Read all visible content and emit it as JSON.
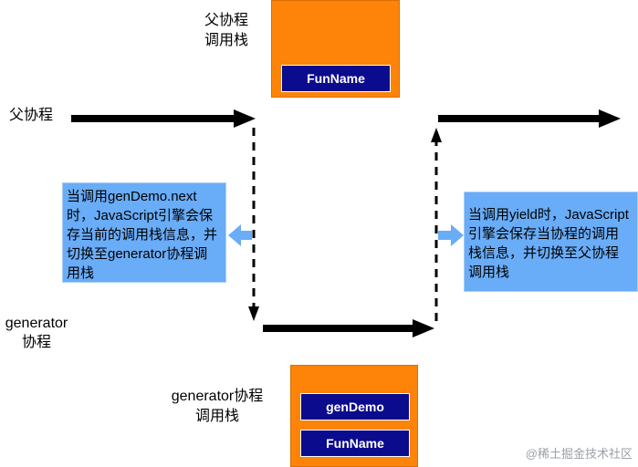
{
  "parent_stack": {
    "title_line1": "父协程",
    "title_line2": "调用栈",
    "frames": [
      "FunName"
    ]
  },
  "generator_stack": {
    "title_line1": "generator协程",
    "title_line2": "调用栈",
    "frames": [
      "genDemo",
      "FunName"
    ]
  },
  "lanes": {
    "parent": "父协程",
    "generator_line1": "generator",
    "generator_line2": "协程"
  },
  "notes": {
    "to_generator": "当调用genDemo.next\n时，JavaScript引擎会保\n存当前的调用栈信息，并\n切换至generator协程调\n用栈",
    "to_parent": "当调用yield时，JavaScript\n引擎会保存当协程的调用\n栈信息，并切换至父协程\n调用栈"
  },
  "watermark": "@稀土掘金技术社区",
  "colors": {
    "orange": "#fd8408",
    "navy": "#0b0b8e",
    "note_blue": "#69acf7"
  }
}
